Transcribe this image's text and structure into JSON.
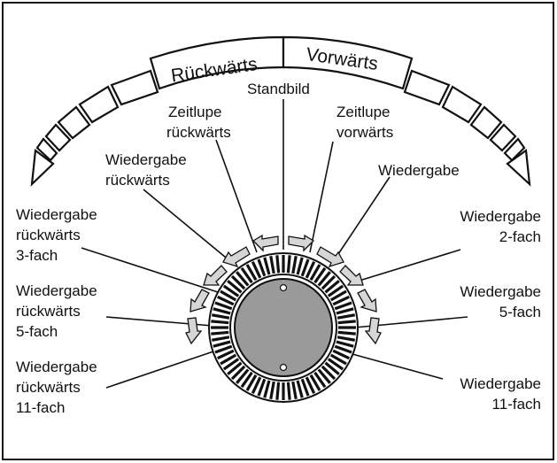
{
  "banner": {
    "left": "Rückwärts",
    "right": "Vorwärts"
  },
  "labels": {
    "standbild": "Standbild",
    "zeitlupe_rueck_1": "Zeitlupe",
    "zeitlupe_rueck_2": "rückwärts",
    "zeitlupe_vor_1": "Zeitlupe",
    "zeitlupe_vor_2": "vorwärts",
    "wiedergabe_rueck_1": "Wiedergabe",
    "wiedergabe_rueck_2": "rückwärts",
    "wiedergabe": "Wiedergabe",
    "rueck3_1": "Wiedergabe",
    "rueck3_2": "rückwärts",
    "rueck3_3": "3-fach",
    "rueck5_1": "Wiedergabe",
    "rueck5_2": "rückwärts",
    "rueck5_3": "5-fach",
    "rueck11_1": "Wiedergabe",
    "rueck11_2": "rückwärts",
    "rueck11_3": "11-fach",
    "vor2_1": "Wiedergabe",
    "vor2_2": "2-fach",
    "vor5_1": "Wiedergabe",
    "vor5_2": "5-fach",
    "vor11_1": "Wiedergabe",
    "vor11_2": "11-fach"
  },
  "colors": {
    "ink": "#111111",
    "dial_face": "#9a9a9a",
    "arrow_fill": "#d6d6d6"
  }
}
